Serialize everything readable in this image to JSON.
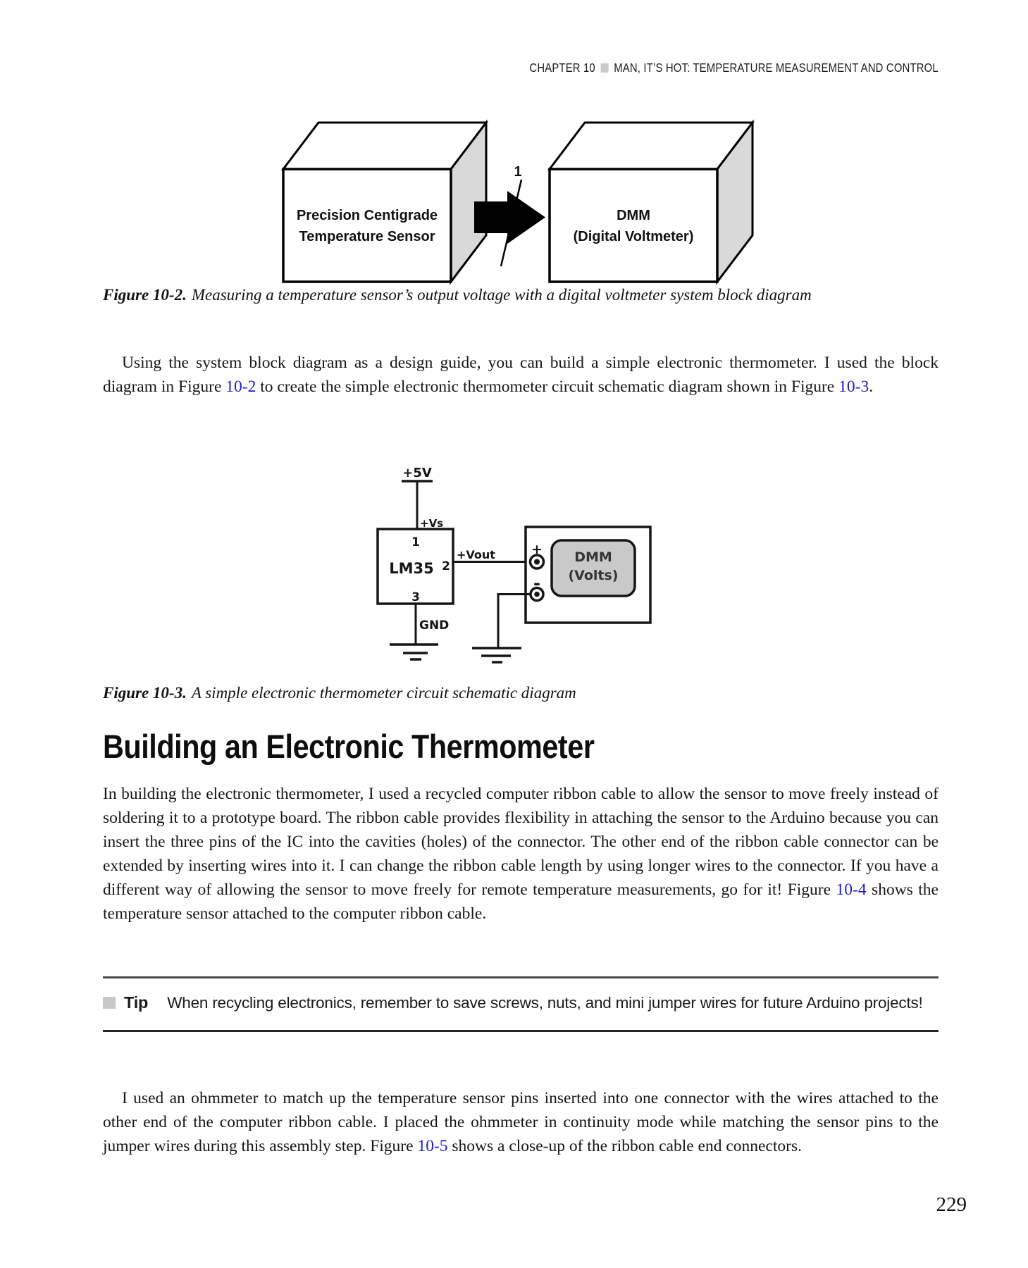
{
  "running_head": {
    "chapter": "CHAPTER 10",
    "separator_icon": "square-bullet",
    "title": "MAN, IT’S HOT: TEMPERATURE MEASUREMENT AND CONTROL"
  },
  "figures": {
    "fig2": {
      "sensor_block": [
        "Precision Centigrade",
        "Temperature Sensor"
      ],
      "dmm_block": [
        "DMM",
        "(Digital Voltmeter)"
      ],
      "arrow_label": "1",
      "caption": {
        "label": "Figure 10-2.",
        "text": "Measuring a temperature sensor’s output voltage with a digital voltmeter system block diagram"
      }
    },
    "fig3": {
      "labels": {
        "supply": "+5V",
        "vs": "+Vs",
        "pin1": "1",
        "pin2": "2",
        "pin3": "3",
        "ic": "LM35",
        "vout": "+Vout",
        "plus": "+",
        "minus": "-",
        "dmm_line1": "DMM",
        "dmm_line2": "(Volts)",
        "gnd": "GND"
      },
      "caption": {
        "label": "Figure 10-3.",
        "text": "A simple electronic thermometer circuit schematic diagram"
      }
    }
  },
  "paragraphs": {
    "p1": {
      "segments": [
        {
          "text": "Using the system block diagram as a design guide, you can build a simple electronic thermometer. I used the block diagram in Figure "
        },
        {
          "text": "10-2",
          "link": true
        },
        {
          "text": " to create the simple electronic thermometer circuit schematic diagram shown in Figure "
        },
        {
          "text": "10-3",
          "link": true
        },
        {
          "text": "."
        }
      ]
    },
    "p2": {
      "segments": [
        {
          "text": "In building the electronic thermometer, I used a recycled computer ribbon cable to allow the sensor to move freely instead of soldering it to a prototype board. The ribbon cable provides flexibility in attaching the sensor to the Arduino because you can insert the three pins of the IC into the cavities (holes) of the connector. The other end of the ribbon cable connector can be extended by inserting wires into it. I can change the ribbon cable length by using longer wires to the connector. If you have a different way of allowing the sensor to move freely for remote temperature measurements, go for it! Figure "
        },
        {
          "text": "10-4",
          "link": true
        },
        {
          "text": " shows the temperature sensor attached to the computer ribbon cable."
        }
      ]
    },
    "p3": {
      "segments": [
        {
          "text": "I used an ohmmeter to match up the temperature sensor pins inserted into one connector with the wires attached to the other end of the computer ribbon cable. I placed the ohmmeter in continuity mode while matching the sensor pins to the jumper wires during this assembly step. Figure "
        },
        {
          "text": "10-5",
          "link": true
        },
        {
          "text": " shows a close-up of the ribbon cable end connectors."
        }
      ]
    }
  },
  "section_heading": "Building an Electronic Thermometer",
  "tip": {
    "label": "Tip",
    "text": "When recycling electronics, remember to save screws, nuts, and mini jumper wires for future Arduino projects!"
  },
  "page_number": "229",
  "colors": {
    "link_blue": "#1c1ccd",
    "box_side_gray": "#d9d9d9",
    "dmm_panel_gray": "#c9c9c9",
    "tip_square_gray": "#c8c8c8",
    "header_square_gray": "#c9c9c9",
    "rule_dark_gray": "#4b4b4b"
  }
}
